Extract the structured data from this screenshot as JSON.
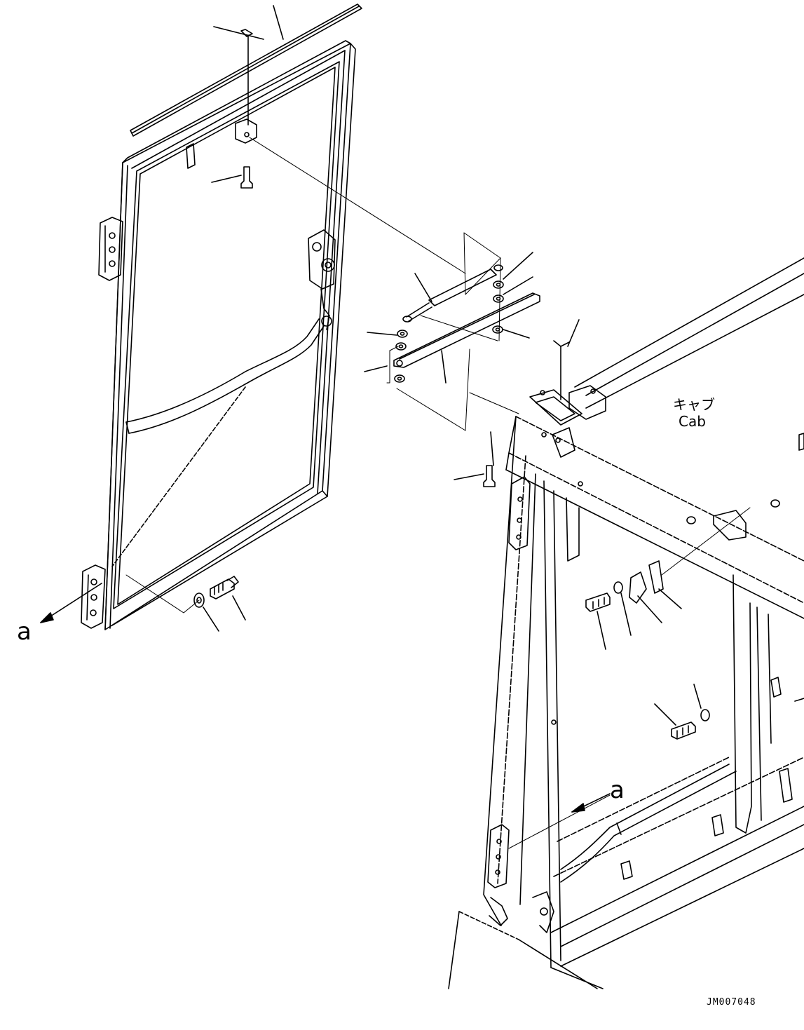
{
  "labels": {
    "cab_japanese": "キャブ",
    "cab_english": "Cab",
    "view_arrow_left": "a",
    "view_arrow_right": "a",
    "drawing_code": "JM007048"
  }
}
